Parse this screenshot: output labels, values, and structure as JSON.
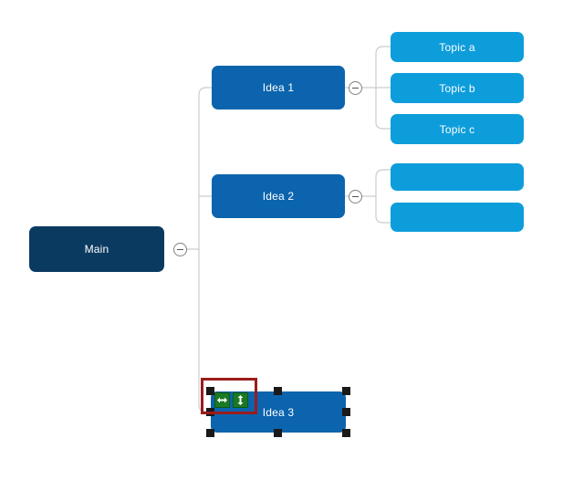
{
  "app": {
    "type": "mind-map-editor",
    "background_color": "#ffffff"
  },
  "colors": {
    "root_node": "#0b3a61",
    "idea_node": "#0b64ad",
    "topic_node": "#0d9ddb",
    "connector": "#cccccc",
    "selection_handle": "#1a1a1a",
    "highlight_box": "#9b1c1c",
    "tool_button": "#1a7a23",
    "node_text": "#ffffff"
  },
  "nodes": {
    "root": {
      "label": "Main",
      "level": "root"
    },
    "idea1": {
      "label": "Idea 1",
      "level": "idea"
    },
    "idea2": {
      "label": "Idea 2",
      "level": "idea"
    },
    "idea3": {
      "label": "Idea 3",
      "level": "idea",
      "selected": true
    },
    "topic_a": {
      "label": "Topic a",
      "level": "topic"
    },
    "topic_b": {
      "label": "Topic b",
      "level": "topic"
    },
    "topic_c": {
      "label": "Topic c",
      "level": "topic"
    },
    "topic_blank1": {
      "label": "",
      "level": "topic"
    },
    "topic_blank2": {
      "label": "",
      "level": "topic"
    }
  },
  "collapse_buttons": {
    "root": {
      "state": "expanded",
      "glyph": "minus"
    },
    "idea1": {
      "state": "expanded",
      "glyph": "minus"
    },
    "idea2": {
      "state": "expanded",
      "glyph": "minus"
    }
  },
  "selection": {
    "target": "Idea 3",
    "handle_count": 8,
    "handles": [
      "top-left",
      "top-center",
      "top-right",
      "middle-left",
      "middle-right",
      "bottom-left",
      "bottom-center",
      "bottom-right"
    ]
  },
  "tool_buttons": [
    {
      "name": "resize-horizontal",
      "icon": "horizontal-double-arrow-icon",
      "tooltip": ""
    },
    {
      "name": "resize-vertical",
      "icon": "vertical-double-arrow-icon",
      "tooltip": ""
    }
  ]
}
